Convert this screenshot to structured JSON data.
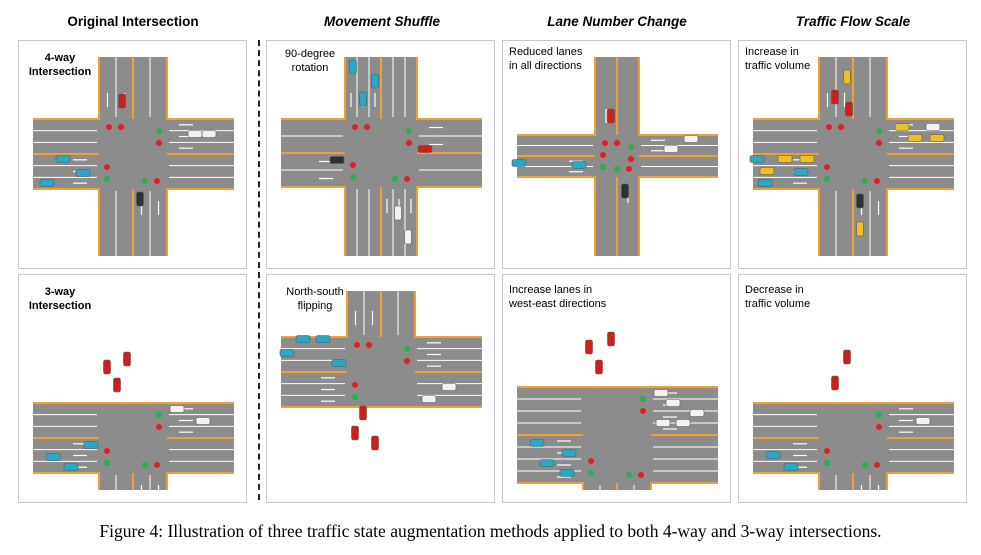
{
  "headers": {
    "original": "Original Intersection",
    "shuffle": "Movement Shuffle",
    "lanes": "Lane Number Change",
    "flow": "Traffic Flow Scale"
  },
  "row_labels": {
    "four_way": "4-way\nIntersection",
    "three_way": "3-way\nIntersection"
  },
  "panel_labels": {
    "rotation": "90-degree\nrotation",
    "flip": "North-south\nflipping",
    "reduced": "Reduced lanes\nin all directions",
    "increase_lanes": "Increase lanes in\nwest-east directions",
    "increase_volume": "Increase in\ntraffic volume",
    "decrease_volume": "Decrease in\ntraffic volume"
  },
  "caption": {
    "prefix": "Figure 4: Illustration of three traffic state augmentation methods applied to both ",
    "n4": "4",
    "mid": "-way and ",
    "n3": "3",
    "suffix": "-way intersections."
  },
  "colors": {
    "road": "#8c8c8c",
    "curb": "#f0a030",
    "signal_red": "#e02020",
    "signal_green": "#22b050",
    "car_red": "#cc2020",
    "car_cyan": "#2aa8c8",
    "car_white": "#f2f2f2",
    "car_black": "#303030",
    "car_yellow": "#f0c020"
  }
}
